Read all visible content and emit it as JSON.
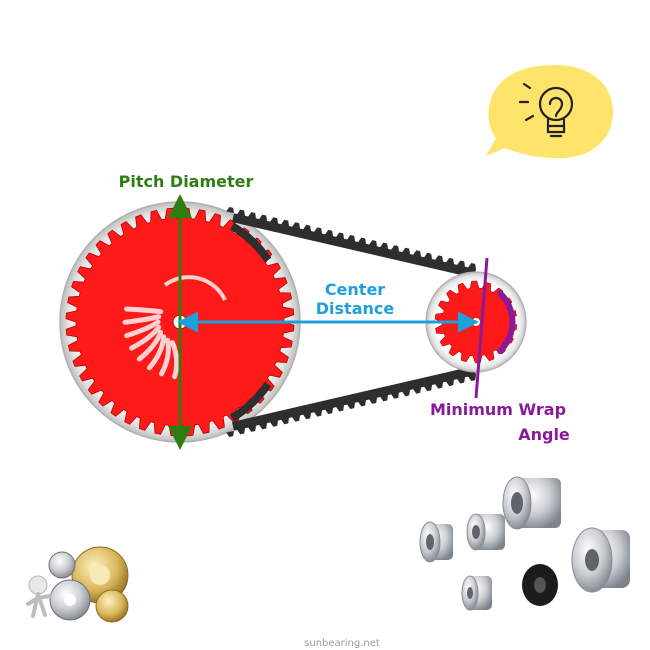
{
  "diagram": {
    "labels": {
      "pitch_diameter": "Pitch Diameter",
      "center_line1": "Center",
      "center_line2": "Distance",
      "wrap_line1": "Minimum Wrap",
      "wrap_line2": "Angle"
    },
    "colors": {
      "pulley_red": "#ff1a1a",
      "pulley_dark": "#c80000",
      "belt": "#2e2e2e",
      "pitch_arrow": "#2e7d11",
      "center_arrow": "#1ea0dc",
      "wrap_angle": "#8a1a9a",
      "bubble_yellow": "#ffe36b"
    },
    "decorations": {
      "idea_bubble": "lightbulb-icon",
      "gears_mascot": "gears-figure-icon",
      "pulley_photos": "timing-pulleys-photo"
    }
  },
  "watermark": "sunbearing.net"
}
